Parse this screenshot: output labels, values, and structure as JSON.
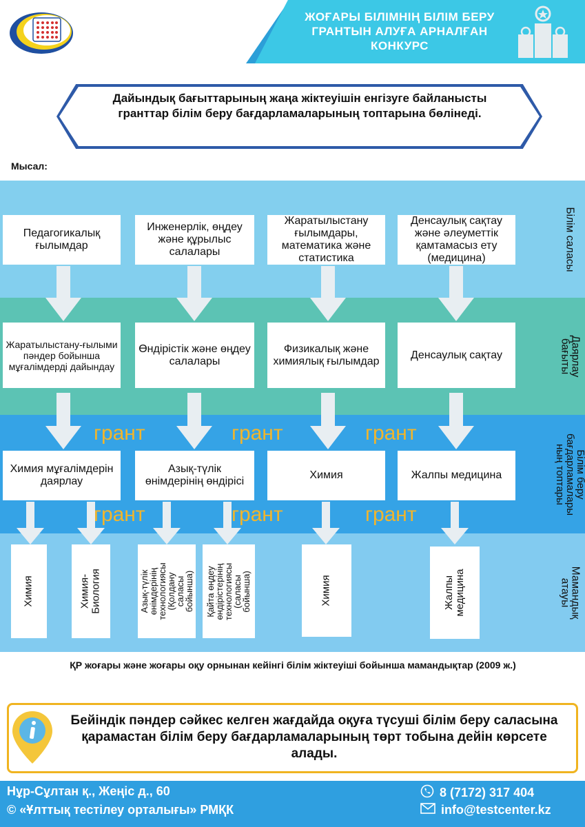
{
  "header": {
    "title": "ЖОҒАРЫ БІЛІМНІҢ БІЛІМ БЕРУ ГРАНТЫН АЛУҒА АРНАЛҒАН КОНКУРС"
  },
  "intro": "Дайындық бағыттарының жаңа жіктеуішін енгізуге байланысты гранттар білім беру бағдарламаларының топтарына бөлінеді.",
  "example_label": "Мысал:",
  "rows": {
    "education_area": {
      "label": "Білім саласы",
      "items": [
        "Педагогикалық ғылымдар",
        "Инженерлік, өңдеу және құрылыс салалары",
        "Жаратылыстану ғылымдары, математика және статистика",
        "Денсаулық сақтау және әлеуметтік қамтамасыз ету (медицина)"
      ]
    },
    "training_direction": {
      "label": "Даярлау бағыты",
      "items": [
        "Жаратылыстану-ғылыми пәндер бойынша мұғалімдерді дайындау",
        "Өндірістік және өңдеу салалары",
        "Физикалық және химиялық ғылымдар",
        "Денсаулық сақтау"
      ]
    },
    "program_groups": {
      "label": "Білім беру бағдарламалары ның топтары",
      "items": [
        "Химия мұғалімдерін даярлау",
        "Азық-түлік өнімдерінің өндірісі",
        "Химия",
        "Жалпы медицина"
      ]
    },
    "specialty": {
      "label": "Мамандық атауы",
      "items": [
        "Химия",
        "Химия-Биология",
        "Азық-түлік өнімдерінің технологиясы (Қолдану саласы бойынша)",
        "Қайта өңдеу өндірістерінің технологиясы (саласы бойынша)",
        "Химия",
        "Жалпы медицина"
      ]
    }
  },
  "grant_label": "грант",
  "caption": "ҚР жоғары және жоғары оқу орнынан кейінгі білім жіктеуіші бойынша мамандықтар (2009 ж.)",
  "info_text": "Бейіндік пәндер сәйкес келген жағдайда оқуға түсуші білім беру саласына қарамастан білім беру бағдарламаларының төрт тобына дейін көрсете алады.",
  "footer": {
    "address": "Нұр-Сұлтан қ., Жеңіс д., 60",
    "org": "© «Ұлттық тестілеу орталығы» РМҚК",
    "phone": "8 (7172) 317 404",
    "email": "info@testcenter.kz"
  },
  "colors": {
    "header_blue": "#2c9fd8",
    "header_cyan": "#3cc8e6",
    "band1": "#83cfee",
    "band2": "#5cc3b4",
    "band3": "#35a3e6",
    "band4": "#82cbf0",
    "grant": "#f1b52c",
    "hex_border": "#2e5aa8",
    "info_border": "#f0b420"
  }
}
